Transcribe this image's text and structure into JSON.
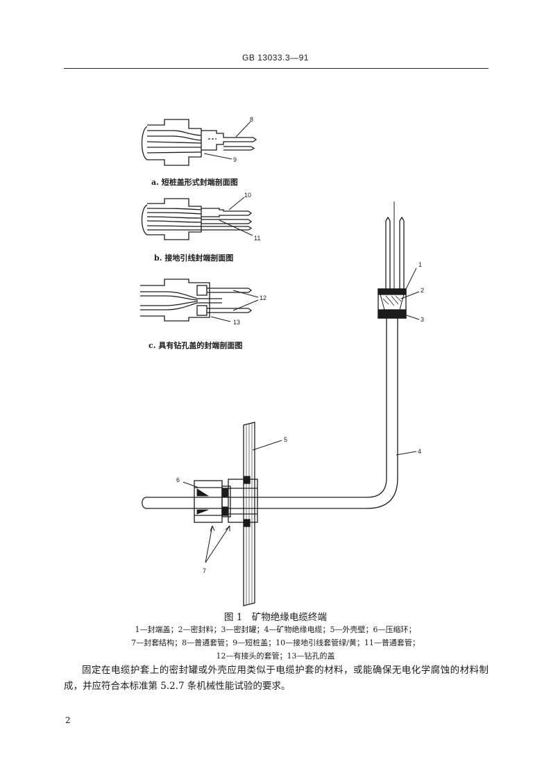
{
  "header": {
    "standard_id": "GB 13033.3—91"
  },
  "figure": {
    "panels": [
      {
        "caption": "a. 短桩盖形式封端剖面图",
        "callouts": [
          "8",
          "9"
        ]
      },
      {
        "caption": "b. 接地引线封端剖面图",
        "callouts": [
          "10",
          "11"
        ]
      },
      {
        "caption": "c. 具有钻孔盖的封端剖面图",
        "callouts": [
          "12",
          "13"
        ]
      }
    ],
    "main_callouts": [
      "1",
      "2",
      "3",
      "4",
      "5",
      "6",
      "7"
    ],
    "title": "图 1　矿物绝缘电缆终端",
    "legend": [
      "1—封端盖；2—密封料；3—密封罐；4—矿物绝缘电缆；5—外壳壁；6—压缩环；",
      "7—封套结构；8—普通套管；9—短桩盖；10—接地引线套管绿/黄；11—普通套管；",
      "12—有接头的套管；13—钻孔的盖"
    ]
  },
  "body_text": "固定在电缆护套上的密封罐或外壳应用类似于电缆护套的材料，或能确保无电化学腐蚀的材料制成，并应符合本标准第 5.2.7 条机械性能试验的要求。",
  "page_number": "2"
}
